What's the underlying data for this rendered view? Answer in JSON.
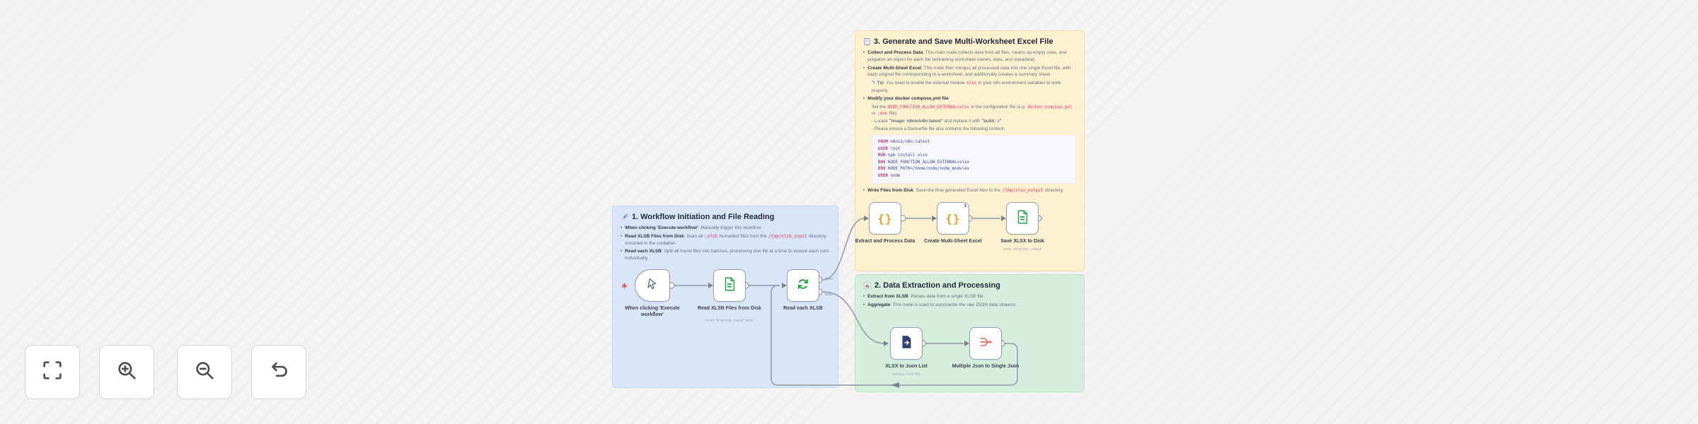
{
  "app": {
    "title": "n8n workflow canvas"
  },
  "colors": {
    "canvas_bg": "#f4f3f1",
    "note_blue": "#d9e6f8",
    "note_yellow": "#fdf1cf",
    "note_green": "#d5eedd",
    "node_border": "#979ea8",
    "wire": "#9aa3ac",
    "accent_orange": "#f49b2a",
    "accent_green": "#27a343",
    "accent_navy": "#31406f",
    "accent_red": "#ef6b6b",
    "inline_code": "#d6537a"
  },
  "notes": {
    "blue": {
      "icon": "rocket-icon",
      "title": "1. Workflow Initiation and File Reading",
      "b1_lead": "When clicking 'Execute workflow'",
      "b1_text": ": Manually trigger this workflow.",
      "b2_lead": "Read XLSB Files from Disk",
      "b2_t1": ": Scan all ",
      "b2_code1": ".xlsb",
      "b2_t2": " formatted files from the ",
      "b2_code2": "/tmp/xlsb_input",
      "b2_t3": " directory mounted in the container.",
      "b3_lead": "Read each XLSB",
      "b3_text": ": Split all found files into batches, processing one file at a time to ensure each runs individually."
    },
    "green": {
      "icon": "bar-chart-icon",
      "title": "2. Data Extraction and Processing",
      "b1_lead": "Extract from XLSB",
      "b1_text": ": Parses data from a single XLSB file.",
      "b2_lead": "Aggregate",
      "b2_text": ": This node is used to summarize the raw JSON data streams."
    },
    "yellow": {
      "icon": "document-icon",
      "title": "3. Generate and Save Multi-Worksheet Excel File",
      "b1_lead": "Collect and Process Data",
      "b1_text": ": This main node collects data from all files, cleans up empty rows, and prepares an object for each file (extracting worksheet names, data, and metadata).",
      "b2_lead": "Create Multi-Sheet Excel",
      "b2_text": ": This node then merges all processed data into one single Excel file, with each original file corresponding to a worksheet, and additionally creates a summary sheet.",
      "tip_pen": "✎",
      "tip_lead": "Tip",
      "tip_t1": ": You need to enable the external module ",
      "tip_code": "xlsx",
      "tip_t2": " in your n8n environment variables to work properly.",
      "b3_lead": "Modify your docker compose.yml file",
      "b3_text": ":",
      "b3_sub1_t1": "Set the ",
      "b3_sub1_code": "NODE_FUNCTION_ALLOW_EXTERNAL=xlsx",
      "b3_sub1_t2": " in the configuration file (e.g. ",
      "b3_sub1_code2": "docker-compose.yml",
      "b3_sub1_t3": " or ",
      "b3_sub1_code3": ".env",
      "b3_sub1_t4": " file).",
      "b3_sub2_t1": "- Locate ",
      "b3_sub2_b1": "\"image: n8nio/n8n:latest\"",
      "b3_sub2_t2": " and replace it with ",
      "b3_sub2_b2": "\"build: ./\"",
      "b3_sub3": "- Please ensure a Dockerfile file also contains the following content:",
      "code": [
        {
          "k": "FROM",
          "r": " n8nio/n8n:latest"
        },
        {
          "k": "USER",
          "r": " root"
        },
        {
          "k": "RUN",
          "r": " npm install xlsx"
        },
        {
          "k": "ENV",
          "r": " NODE_FUNCTION_ALLOW_EXTERNAL=xlsx"
        },
        {
          "k": "ENV",
          "r": " NODE_PATH=/home/node/node_modules"
        },
        {
          "k": "USER",
          "r": " node"
        }
      ],
      "b4_lead": "Write Files from Disk",
      "b4_t1": ": Save the final generated Excel files to the ",
      "b4_code": "/tmp/xlsx_output",
      "b4_t2": " directory."
    }
  },
  "nodes": {
    "trigger": {
      "label": "When clicking 'Execute workflow'",
      "icon": "cursor-icon"
    },
    "read_files": {
      "label": "Read XLSB Files from Disk",
      "sub": "read: /tmp/xlsb_input/*.xlsb",
      "icon": "file-green-icon"
    },
    "loop": {
      "label": "Read each XLSB",
      "icon": "loop-icon",
      "out_top": "done",
      "out_bottom": "loop"
    },
    "extract": {
      "label": "Extract and Process Data",
      "icon": "code-braces-icon",
      "braces": "{}"
    },
    "create": {
      "label": "Create Multi-Sheet Excel",
      "icon": "code-braces-icon",
      "braces": "{}",
      "badge": "1"
    },
    "save": {
      "label": "Save XLSX to Disk",
      "sub": "write: /tmp/xlsx_output",
      "icon": "file-green-icon"
    },
    "xlsx_json": {
      "label": "XLSX to Json List",
      "sub": "extract: from file",
      "icon": "file-navy-icon"
    },
    "aggregate": {
      "label": "Multiple Json to Single Json",
      "icon": "aggregate-icon"
    }
  },
  "controls": {
    "buttons": [
      {
        "id": "zoom-to-fit",
        "icon": "fit-view-icon"
      },
      {
        "id": "zoom-in",
        "icon": "zoom-in-icon"
      },
      {
        "id": "zoom-out",
        "icon": "zoom-out-icon"
      },
      {
        "id": "reset",
        "icon": "undo-icon"
      }
    ]
  }
}
